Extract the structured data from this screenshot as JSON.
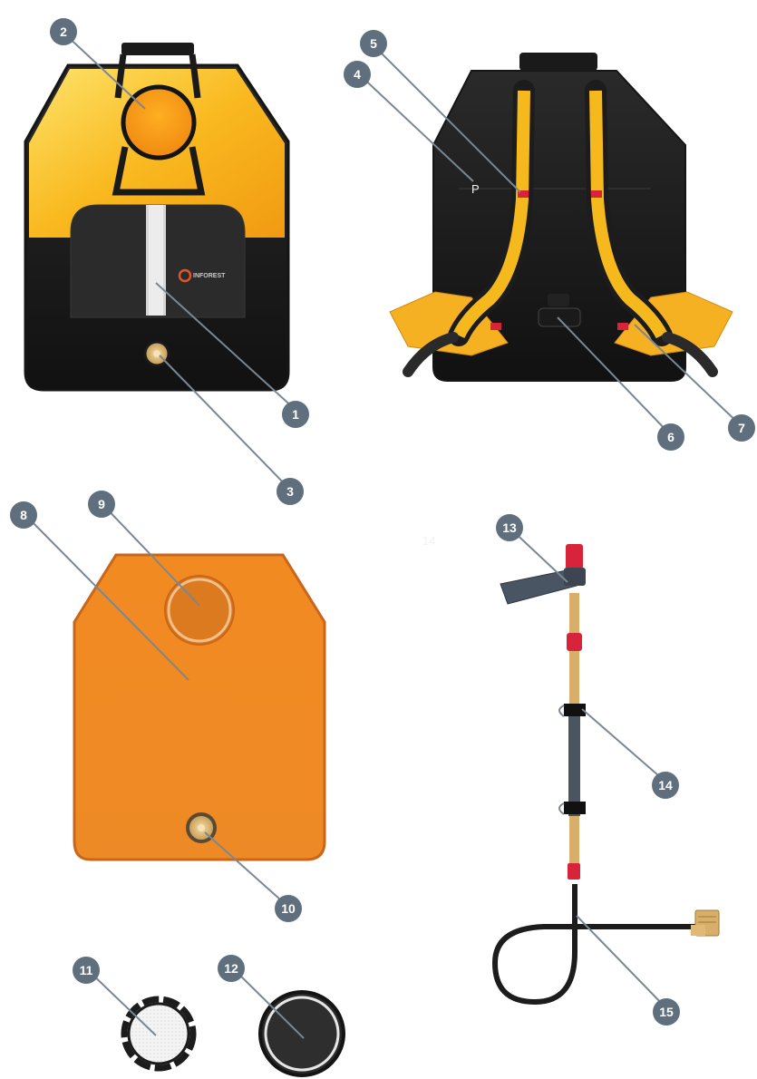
{
  "brand": {
    "logo_text": "INFOREST"
  },
  "faint_marks": {
    "back_letter": "P",
    "center_number": "14"
  },
  "callouts": [
    {
      "id": "callout-1",
      "label": "1"
    },
    {
      "id": "callout-2",
      "label": "2"
    },
    {
      "id": "callout-3",
      "label": "3"
    },
    {
      "id": "callout-4",
      "label": "4"
    },
    {
      "id": "callout-5",
      "label": "5"
    },
    {
      "id": "callout-6",
      "label": "6"
    },
    {
      "id": "callout-7",
      "label": "7"
    },
    {
      "id": "callout-8",
      "label": "8"
    },
    {
      "id": "callout-9",
      "label": "9"
    },
    {
      "id": "callout-10",
      "label": "10"
    },
    {
      "id": "callout-11",
      "label": "11"
    },
    {
      "id": "callout-12",
      "label": "12"
    },
    {
      "id": "callout-13",
      "label": "13"
    },
    {
      "id": "callout-14",
      "label": "14"
    },
    {
      "id": "callout-15",
      "label": "15"
    }
  ],
  "colors": {
    "callout": "#5f6f7e",
    "leader": "#7a8794",
    "backpack_dark": "#1e1e1e",
    "backpack_yellow": "#f7b21a",
    "bladder_orange": "#ef8a22",
    "hose_dark": "#222222",
    "red_fitting": "#d8243a",
    "brass": "#d8ae6a"
  }
}
